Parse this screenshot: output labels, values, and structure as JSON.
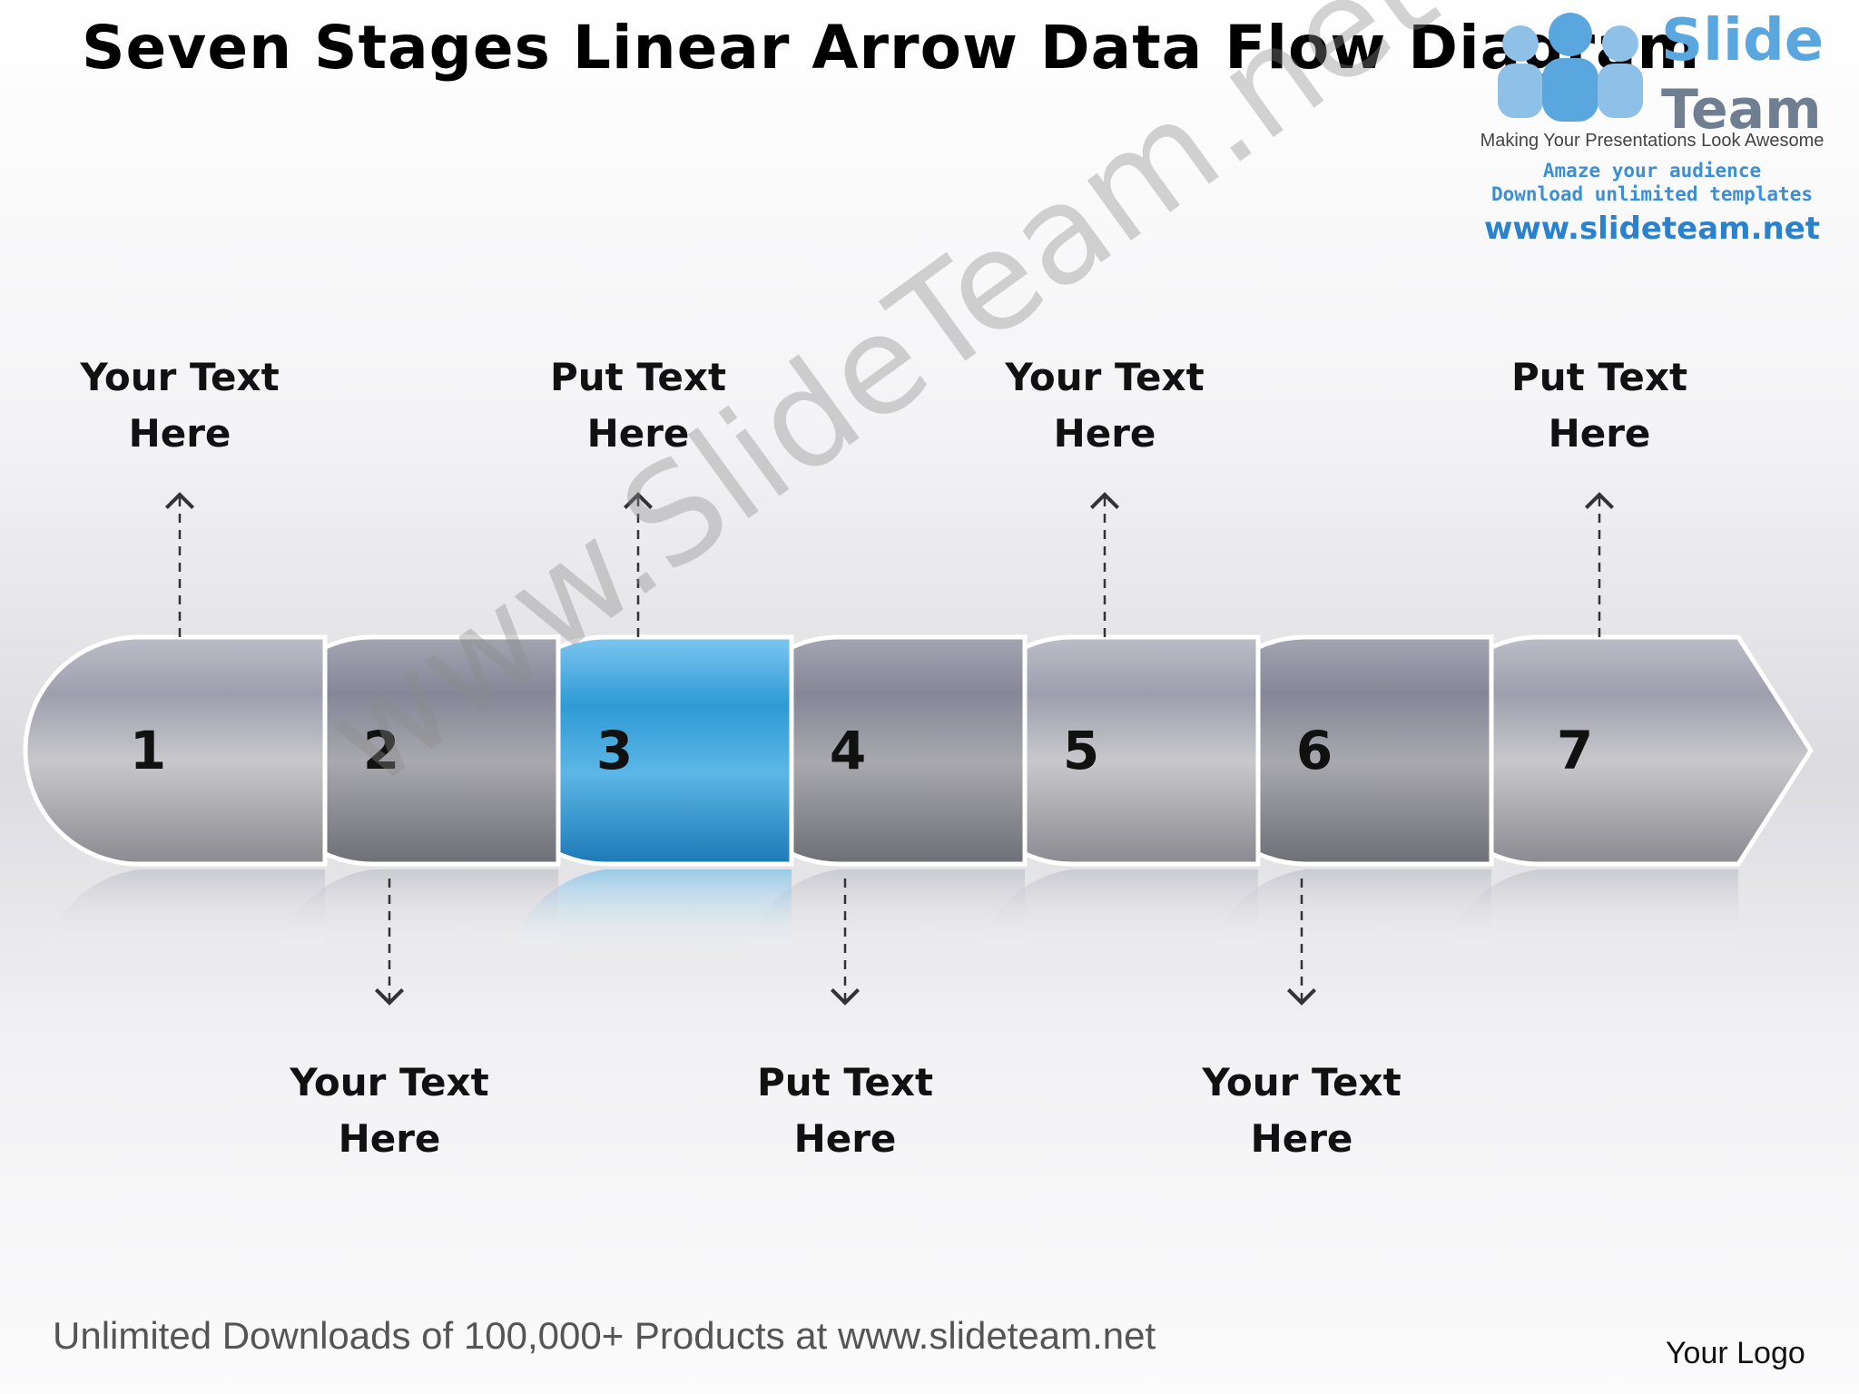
{
  "title": "Seven Stages Linear Arrow Data Flow Diagram",
  "logo": {
    "word1": "Slide",
    "word2": "Team",
    "tagline": "Making Your Presentations Look Awesome",
    "line2": "Amaze your audience",
    "line3": "Download unlimited templates",
    "url": "www.slideteam.net"
  },
  "stages": [
    {
      "number": "1",
      "label": [
        "Your Text",
        "Here"
      ],
      "position": "top"
    },
    {
      "number": "2",
      "label": [
        "Your Text",
        "Here"
      ],
      "position": "bottom"
    },
    {
      "number": "3",
      "label": [
        "Put Text",
        "Here"
      ],
      "position": "top",
      "highlighted": true
    },
    {
      "number": "4",
      "label": [
        "Put Text",
        "Here"
      ],
      "position": "bottom"
    },
    {
      "number": "5",
      "label": [
        "Your Text",
        "Here"
      ],
      "position": "top"
    },
    {
      "number": "6",
      "label": [
        "Your Text",
        "Here"
      ],
      "position": "bottom"
    },
    {
      "number": "7",
      "label": [
        "Put Text",
        "Here"
      ],
      "position": "top"
    }
  ],
  "colors": {
    "segment": "#a9a9b5",
    "segment_dark": "#8c8c98",
    "highlight": "#3aa6dc",
    "connector": "#333333"
  },
  "watermark": "www.SlideTeam.net",
  "footer": "Unlimited Downloads of 100,000+ Products at www.slideteam.net",
  "your_logo": "Your Logo"
}
